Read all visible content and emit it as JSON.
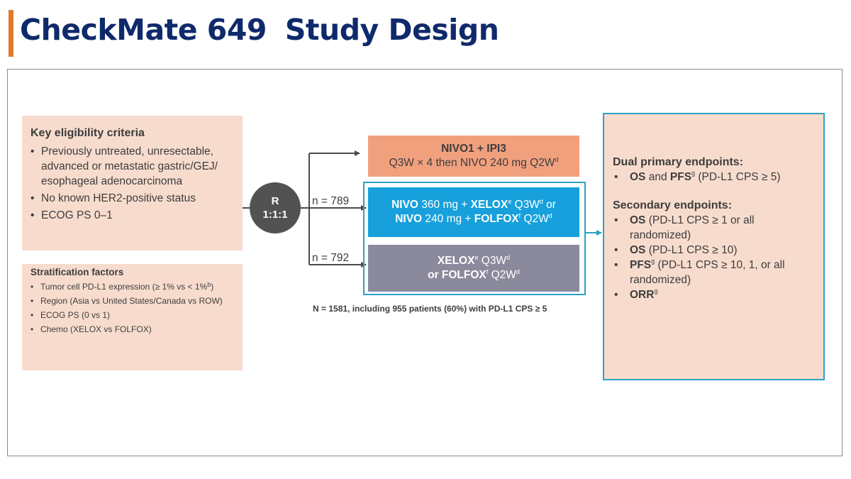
{
  "title": {
    "part1": "CheckMate 649",
    "part2": "Study Design"
  },
  "eligibility": {
    "heading": "Key eligibility criteria",
    "items": [
      "Previously untreated, unresectable, advanced or metastatic gastric/GEJ/ esophageal adenocarcinoma",
      "No known HER2-positive status",
      "ECOG PS 0–1"
    ]
  },
  "stratification": {
    "heading": "Stratification factors",
    "items": [
      {
        "text": "Tumor cell PD-L1 expression (≥ 1% vs < 1%",
        "sup": "b",
        "after": ")"
      },
      {
        "text": "Region (Asia vs United States/Canada vs ROW)",
        "sup": "",
        "after": ""
      },
      {
        "text": "ECOG PS (0 vs 1)",
        "sup": "",
        "after": ""
      },
      {
        "text": "Chemo (XELOX vs FOLFOX)",
        "sup": "",
        "after": ""
      }
    ]
  },
  "randomization": {
    "line1": "R",
    "line2": "1:1:1"
  },
  "arms": {
    "arm1": {
      "line1": "NIVO1 + IPI3",
      "line2": "Q3W × 4 then NIVO 240 mg Q2W",
      "line2_sup": "d"
    },
    "arm2": {
      "a_bold": "NIVO",
      "a_text": " 360 mg + ",
      "a_bold2": "XELOX",
      "a_sup": "e",
      "a_text2": " Q3W",
      "a_sup2": "d",
      "a_text3": " or",
      "b_bold": "NIVO",
      "b_text": " 240 mg + ",
      "b_bold2": "FOLFOX",
      "b_sup": "f",
      "b_text2": " Q2W",
      "b_sup2": "d"
    },
    "arm3": {
      "a_bold": "XELOX",
      "a_sup": "e",
      "a_text": " Q3W",
      "a_sup2": "d",
      "b_text": "or ",
      "b_bold": "FOLFOX",
      "b_sup": "f",
      "b_text2": " Q2W",
      "b_sup2": "d"
    }
  },
  "n_labels": {
    "arm2": "n = 789",
    "arm3": "n = 792"
  },
  "n_summary": "N = 1581, including 955 patients (60%) with PD-L1 CPS ≥ 5",
  "endpoints": {
    "primary_heading": "Dual primary endpoints:",
    "primary_items": [
      {
        "b1": "OS",
        "t1": " and ",
        "b2": "PFS",
        "sup": "g",
        "t2": " (PD-L1 CPS ≥ 5)"
      }
    ],
    "secondary_heading": "Secondary endpoints:",
    "secondary_items": [
      {
        "b1": "OS",
        "sup": "",
        "t1": " (PD-L1 CPS ≥ 1 or all randomized)"
      },
      {
        "b1": "OS",
        "sup": "",
        "t1": " (PD-L1 CPS ≥ 10)"
      },
      {
        "b1": "PFS",
        "sup": "g",
        "t1": " (PD-L1 CPS ≥ 10, 1, or all randomized)"
      },
      {
        "b1": "ORR",
        "sup": "g",
        "t1": ""
      }
    ]
  },
  "colors": {
    "title": "#0f2a6b",
    "accent": "#e07a2e",
    "panel": "#f7dccd",
    "arm1": "#f1a07e",
    "arm2": "#17a0db",
    "arm3": "#8b8a9d",
    "outline": "#2ba2c4",
    "rand": "#525252"
  }
}
